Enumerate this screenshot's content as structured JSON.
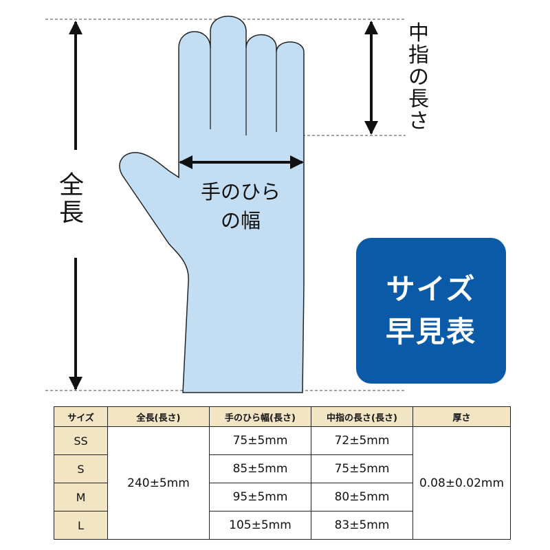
{
  "diagram": {
    "total_length_label": [
      "全",
      "長"
    ],
    "finger_length_label": [
      "中",
      "指",
      "の",
      "長",
      "さ"
    ],
    "palm_width_label": [
      "手のひら",
      "の幅"
    ],
    "glove_fill": "#c3def3",
    "arrow_color": "#111111"
  },
  "badge": {
    "lines": [
      "サイズ",
      "早見表"
    ],
    "color": "#0a5aa8"
  },
  "table": {
    "header_color": "#f2e5c4",
    "headers": [
      "サイズ",
      "全長(長さ)",
      "手のひら幅(長さ)",
      "中指の長さ(長さ)",
      "厚さ"
    ],
    "sizes": [
      "SS",
      "S",
      "M",
      "L"
    ],
    "total_length": "240±5mm",
    "palm_width": [
      "75±5mm",
      "85±5mm",
      "95±5mm",
      "105±5mm"
    ],
    "finger_length": [
      "72±5mm",
      "75±5mm",
      "80±5mm",
      "83±5mm"
    ],
    "thickness": "0.08±0.02mm"
  }
}
